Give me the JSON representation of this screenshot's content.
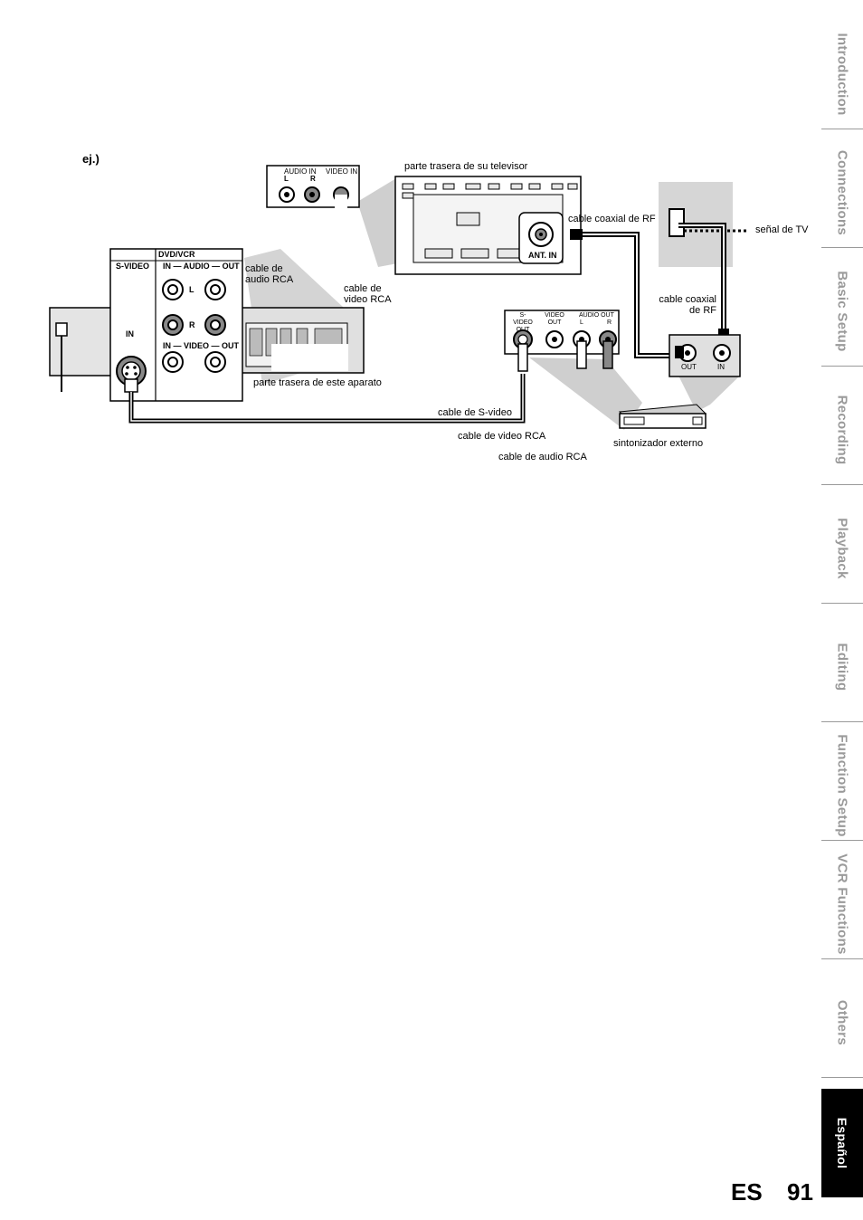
{
  "tabs": [
    {
      "label": "Introduction"
    },
    {
      "label": "Connections"
    },
    {
      "label": "Basic Setup"
    },
    {
      "label": "Recording"
    },
    {
      "label": "Playback"
    },
    {
      "label": "Editing"
    },
    {
      "label": "Function Setup"
    },
    {
      "label": "VCR Functions"
    },
    {
      "label": "Others"
    }
  ],
  "active_tab": {
    "label": "Español"
  },
  "page": {
    "lang": "ES",
    "number": "91"
  },
  "diagram": {
    "example_label": "ej.)",
    "tv_back": "parte trasera de su televisor",
    "tv_audio_in": "AUDIO IN",
    "tv_audio_l": "L",
    "tv_audio_r": "R",
    "tv_video_in": "VIDEO IN",
    "ant_in": "ANT. IN",
    "rf_coax_top": "cable coaxial de RF",
    "tv_signal": "señal de TV",
    "rf_coax_right": "cable coaxial de RF",
    "out": "OUT",
    "in": "IN",
    "dvd_vcr": "DVD/VCR",
    "s_video": "S-VIDEO",
    "audio_header": "IN — AUDIO — OUT",
    "l": "L",
    "r": "R",
    "video_header": "IN — VIDEO — OUT",
    "s_video_in": "IN",
    "audio_rca_top": "cable de audio RCA",
    "video_rca_top": "cable de video RCA",
    "unit_back": "parte trasera de este aparato",
    "tuner_s_video_out": "S-VIDEO OUT",
    "tuner_video_out": "VIDEO OUT",
    "tuner_audio_out": "AUDIO OUT",
    "tuner_l": "L",
    "tuner_r": "R",
    "s_video_cable": "cable de S-video",
    "video_rca_bottom": "cable de video RCA",
    "audio_rca_bottom": "cable de audio RCA",
    "external_tuner": "sintonizador externo"
  }
}
